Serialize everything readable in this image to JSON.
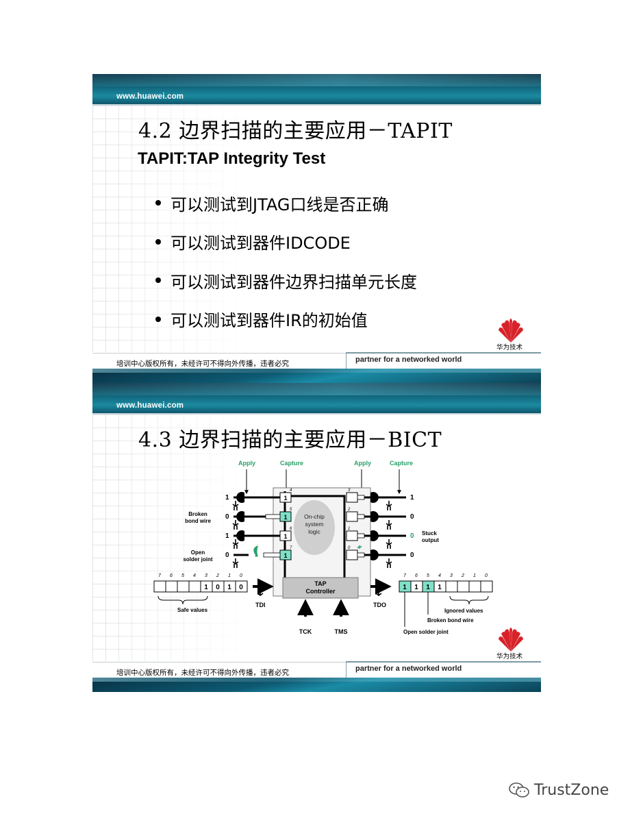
{
  "site_url": "www.huawei.com",
  "logo_text": "华为技术",
  "copyright": "培训中心版权所有，未经许可不得向外传播，违者必究",
  "partner_slogan": "partner for a networked world",
  "slide1": {
    "title": "4.2 边界扫描的主要应用－TAPIT",
    "subtitle": "TAPIT:TAP Integrity Test",
    "bullets": [
      "可以测试到JTAG口线是否正确",
      "可以测试到器件IDCODE",
      "可以测试到器件边界扫描单元长度",
      "可以测试到器件IR的初始值"
    ]
  },
  "slide2": {
    "title": "4.3 边界扫描的主要应用－BICT",
    "diagram": {
      "apply": "Apply",
      "capture": "Capture",
      "broken_bond_wire": [
        "Broken",
        "bond wire"
      ],
      "open_solder_joint": [
        "Open",
        "solder joint"
      ],
      "stuck_output": [
        "Stuck",
        "output"
      ],
      "left_pin_values": [
        "1",
        "0",
        "1",
        "0"
      ],
      "right_pin_values": [
        "1",
        "0",
        "0",
        "0"
      ],
      "left_cell_values": [
        "1",
        "1",
        "1",
        "1"
      ],
      "left_cell_numbers": [
        "4",
        "5",
        "6",
        "7"
      ],
      "right_cell_numbers": [
        "3",
        "2",
        "1",
        "0"
      ],
      "core_label": [
        "On-chip",
        "system",
        "logic"
      ],
      "tap_label": [
        "TAP",
        "Controller"
      ],
      "tdi": "TDI",
      "tdo": "TDO",
      "tck": "TCK",
      "tms": "TMS",
      "bit_indices": [
        "7",
        "6",
        "5",
        "4",
        "3",
        "2",
        "1",
        "0"
      ],
      "tdi_register": [
        "",
        "",
        "",
        "",
        "1",
        "0",
        "1",
        "0"
      ],
      "tdo_register": [
        "1",
        "1",
        "1",
        "1",
        "",
        "",
        "",
        ""
      ],
      "safe_values": "Safe values",
      "ignored_values": "Ignored  values",
      "broken_bond_wire_label": "Broken bond wire",
      "open_solder_joint_label": "Open solder joint",
      "highlight_color": "#7fe0c8"
    }
  },
  "watermark": "TrustZone"
}
